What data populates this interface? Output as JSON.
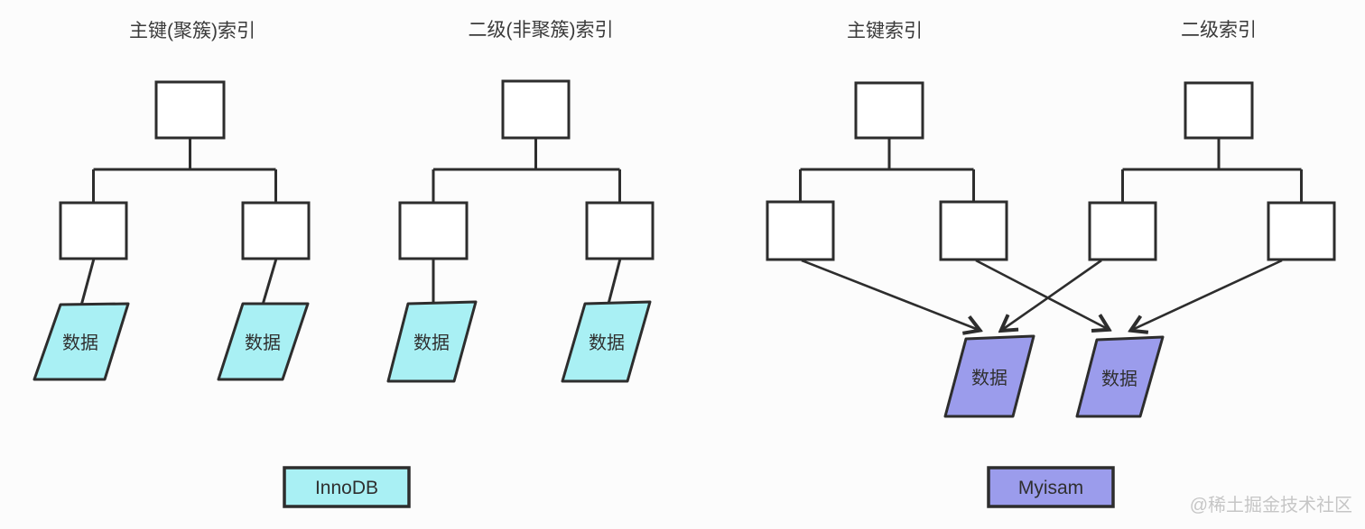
{
  "diagram": {
    "background": "#fcfcfc",
    "colors": {
      "line": "#2d2d2d",
      "node_fill": "#ffffff",
      "text": "#3a3a3a",
      "innodb": "#a9f0f4",
      "myisam": "#9b9cec",
      "watermark": "#c6c6c6"
    },
    "trees": [
      {
        "title": "主键(聚簇)索引",
        "engine": "InnoDB",
        "data_nodes": [
          {
            "label": "数据"
          },
          {
            "label": "数据"
          }
        ]
      },
      {
        "title": "二级(非聚簇)索引",
        "engine": "InnoDB",
        "data_nodes": [
          {
            "label": "数据"
          },
          {
            "label": "数据"
          }
        ]
      },
      {
        "title": "主键索引",
        "engine": "Myisam"
      },
      {
        "title": "二级索引",
        "engine": "Myisam"
      }
    ],
    "shared_data_nodes": [
      {
        "label": "数据"
      },
      {
        "label": "数据"
      }
    ],
    "legend": {
      "innodb_label": "InnoDB",
      "myisam_label": "Myisam"
    },
    "watermark_text": "@稀土掘金技术社区"
  }
}
